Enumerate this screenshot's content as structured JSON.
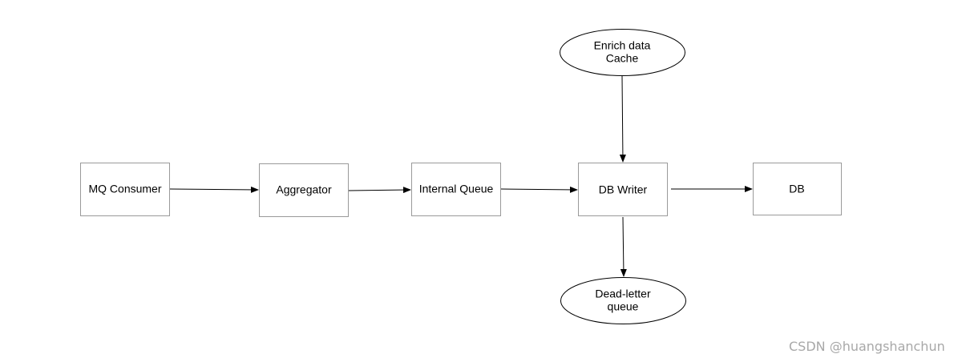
{
  "diagram": {
    "nodes": {
      "mq_consumer": {
        "label": "MQ Consumer"
      },
      "aggregator": {
        "label": "Aggregator"
      },
      "internal_queue": {
        "label": "Internal Queue"
      },
      "db_writer": {
        "label": "DB Writer"
      },
      "db": {
        "label": "DB"
      },
      "enrich_cache": {
        "label_line1": "Enrich data",
        "label_line2": "Cache"
      },
      "dead_letter": {
        "label_line1": "Dead-letter",
        "label_line2": "queue"
      }
    },
    "edges": [
      {
        "from": "MQ Consumer",
        "to": "Aggregator"
      },
      {
        "from": "Aggregator",
        "to": "Internal Queue"
      },
      {
        "from": "Internal Queue",
        "to": "DB Writer"
      },
      {
        "from": "DB Writer",
        "to": "DB"
      },
      {
        "from": "Enrich data Cache",
        "to": "DB Writer"
      },
      {
        "from": "DB Writer",
        "to": "Dead-letter queue"
      }
    ]
  },
  "watermark": "CSDN @huangshanchun"
}
